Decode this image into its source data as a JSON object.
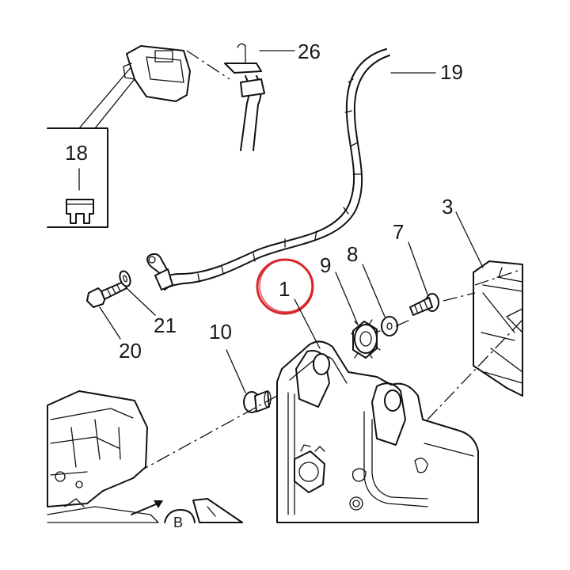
{
  "diagram": {
    "callouts": [
      {
        "id": "c1",
        "text": "1"
      },
      {
        "id": "c3",
        "text": "3"
      },
      {
        "id": "c7",
        "text": "7"
      },
      {
        "id": "c8",
        "text": "8"
      },
      {
        "id": "c9",
        "text": "9"
      },
      {
        "id": "c10",
        "text": "10"
      },
      {
        "id": "c18",
        "text": "18"
      },
      {
        "id": "c19",
        "text": "19"
      },
      {
        "id": "c20",
        "text": "20"
      },
      {
        "id": "c21",
        "text": "21"
      },
      {
        "id": "c26",
        "text": "26"
      }
    ],
    "view_marker": "B",
    "highlight_color": "#d9252b",
    "line_color": "#111111"
  }
}
